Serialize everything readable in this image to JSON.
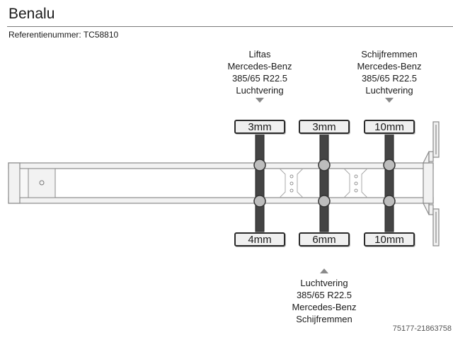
{
  "header": {
    "title": "Benalu",
    "reference": "Referentienummer: TC58810"
  },
  "axles": [
    {
      "top_label": [
        "Liftas",
        "Mercedes-Benz",
        "385/65 R22.5",
        "Luchtvering"
      ],
      "top_tread": "3mm",
      "bottom_tread": "4mm"
    },
    {
      "top_label": [],
      "top_tread": "3mm",
      "bottom_tread": "6mm",
      "bottom_label": [
        "Luchtvering",
        "385/65 R22.5",
        "Mercedes-Benz",
        "Schijfremmen"
      ]
    },
    {
      "top_label": [
        "Schijfremmen",
        "Mercedes-Benz",
        "385/65 R22.5",
        "Luchtvering"
      ],
      "top_tread": "10mm",
      "bottom_tread": "10mm"
    }
  ],
  "footer": {
    "id": "75177-21863758"
  }
}
